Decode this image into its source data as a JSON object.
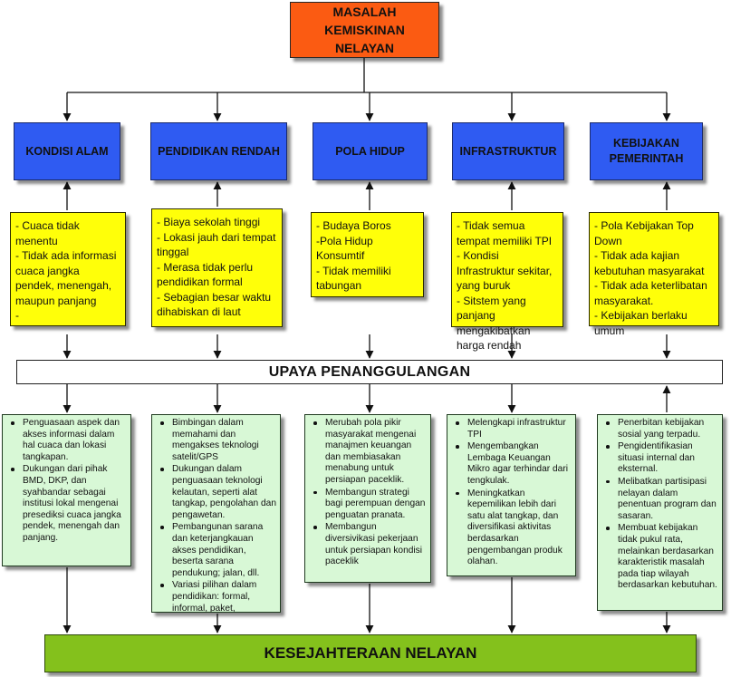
{
  "title": "MASALAH KEMISKINAN NELAYAN",
  "categories": [
    {
      "label": "KONDISI ALAM"
    },
    {
      "label": "PENDIDIKAN RENDAH"
    },
    {
      "label": "POLA HIDUP"
    },
    {
      "label": "INFRASTRUKTUR"
    },
    {
      "label": "KEBIJAKAN PEMERINTAH"
    }
  ],
  "problems": [
    {
      "text": "- Cuaca tidak menentu\n- Tidak ada informasi cuaca jangka pendek, menengah,  maupun panjang\n-"
    },
    {
      "text": "- Biaya sekolah tinggi\n- Lokasi jauh dari tempat tinggal\n- Merasa tidak perlu pendidikan formal\n- Sebagian besar waktu dihabiskan di laut"
    },
    {
      "text": "- Budaya Boros\n-Pola Hidup Konsumtif\n- Tidak memiliki tabungan"
    },
    {
      "text": "- Tidak semua tempat memiliki TPI\n- Kondisi Infrastruktur sekitar, yang buruk\n- Sitstem yang panjang mengakibatkan harga rendah"
    },
    {
      "text": "- Pola Kebijakan Top Down\n- Tidak ada kajian kebutuhan masyarakat\n- Tidak ada keterlibatan masyarakat.\n- Kebijakan berlaku umum"
    }
  ],
  "upaya": "UPAYA PENANGGULANGAN",
  "solutions": [
    {
      "items": [
        "Penguasaan aspek dan akses informasi dalam hal cuaca dan lokasi tangkapan.",
        "Dukungan dari pihak BMD, DKP, dan syahbandar sebagai institusi lokal mengenai presediksi cuaca jangka pendek, menengah dan panjang."
      ]
    },
    {
      "items": [
        "Bimbingan dalam memahami dan mengakses teknologi satelit/GPS",
        "Dukungan dalam penguasaan teknologi kelautan, seperti alat tangkap, pengolahan dan pengawetan.",
        "Pembangunan sarana dan keterjangkauan akses pendidikan, beserta sarana pendukung; jalan, dll.",
        "Variasi pilihan dalam pendidikan: formal, informal, paket,"
      ]
    },
    {
      "items": [
        "Merubah pola pikir masyarakat mengenai manajmen keuangan dan membiasakan menabung untuk persiapan paceklik.",
        "Membangun strategi bagi perempuan dengan penguatan pranata.",
        "Membangun diversivikasi pekerjaan untuk persiapan kondisi paceklik"
      ]
    },
    {
      "items": [
        "Melengkapi infrastruktur TPI",
        "Mengembangkan Lembaga Keuangan Mikro agar terhindar dari tengkulak.",
        "Meningkatkan kepemilikan lebih dari satu alat tangkap, dan diversifikasi aktivitas berdasarkan pengembangan produk olahan."
      ]
    },
    {
      "items": [
        "Penerbitan kebijakan sosial yang terpadu.",
        "Pengidentifikasian situasi internal dan eksternal.",
        "Melibatkan partisipasi nelayan dalam penentuan program dan sasaran.",
        "Membuat kebijakan tidak pukul rata, melainkan berdasarkan karakteristik masalah pada tiap wilayah berdasarkan kebutuhan."
      ]
    }
  ],
  "result": "KESEJAHTERAAN NELAYAN",
  "colors": {
    "title_fill": "#fb5b12",
    "category_fill": "#2f5bf2",
    "problem_fill": "#ffff09",
    "solution_fill": "#d8f8d6",
    "result_fill": "#84c11c"
  }
}
